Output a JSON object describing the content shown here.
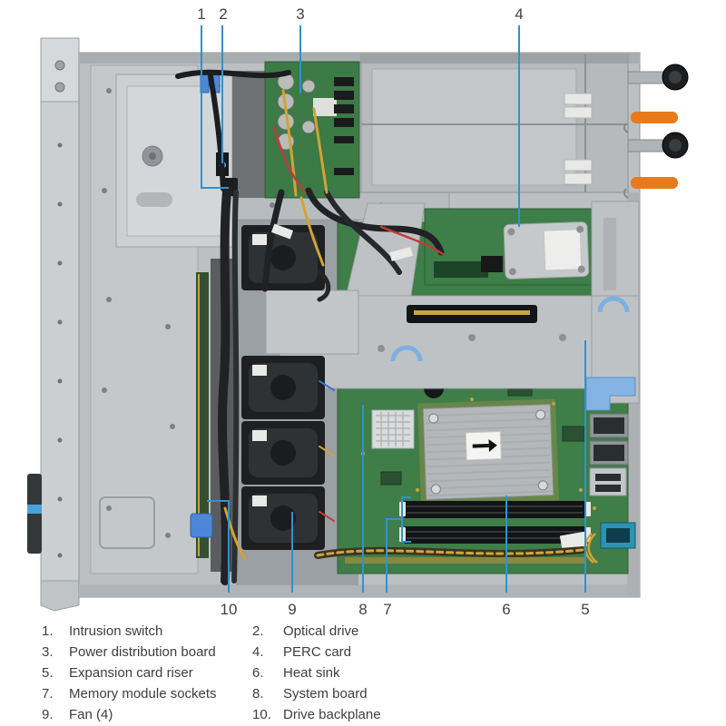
{
  "figure": {
    "callouts_top": [
      {
        "num": "1"
      },
      {
        "num": "2"
      },
      {
        "num": "3"
      },
      {
        "num": "4"
      }
    ],
    "callouts_bottom": [
      {
        "num": "10"
      },
      {
        "num": "9"
      },
      {
        "num": "8"
      },
      {
        "num": "7"
      },
      {
        "num": "6"
      },
      {
        "num": "5"
      }
    ],
    "colors": {
      "leader_line": "#2E93D0",
      "pcb_green": "#3F7D49",
      "chassis_gray": "#BCC0C2",
      "psu_release_orange": "#E87A1E",
      "latch_blue": "#4D88D8"
    }
  },
  "legend": {
    "items": [
      {
        "num": "1.",
        "label": "Intrusion switch"
      },
      {
        "num": "2.",
        "label": "Optical drive"
      },
      {
        "num": "3.",
        "label": "Power distribution board"
      },
      {
        "num": "4.",
        "label": "PERC card"
      },
      {
        "num": "5.",
        "label": "Expansion card riser"
      },
      {
        "num": "6.",
        "label": "Heat sink"
      },
      {
        "num": "7.",
        "label": "Memory module sockets"
      },
      {
        "num": "8.",
        "label": "System board"
      },
      {
        "num": "9.",
        "label": "Fan (4)"
      },
      {
        "num": "10.",
        "label": "Drive backplane"
      }
    ]
  }
}
